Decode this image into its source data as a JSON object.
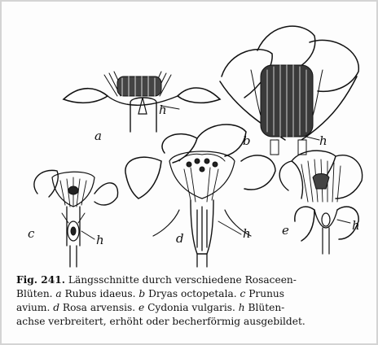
{
  "figure": {
    "labels": {
      "a": "a",
      "b": "b",
      "c": "c",
      "d": "d",
      "e": "e",
      "ha": "h",
      "hb": "h",
      "hc": "h",
      "hd": "h",
      "he": "h"
    }
  },
  "caption": {
    "line1_num": "Fig. 241.",
    "line1_text": "Längsschnitte durch verschiedene Rosaceen-",
    "line2_a": "Blüten.",
    "line2_b_key": "a",
    "line2_c": "Rubus idaeus.",
    "line2_d_key": "b",
    "line2_e": "Dryas octopetala.",
    "line2_f_key": "c",
    "line2_g": "Prunus",
    "line3_a": "avium.",
    "line3_b_key": "d",
    "line3_c": "Rosa arvensis.",
    "line3_d_key": "e",
    "line3_e": "Cydonia vulgaris.",
    "line3_f_key": "h",
    "line3_g": "Blüten-",
    "line4": "achse verbreitert, erhöht oder becherförmig ausgebildet."
  }
}
